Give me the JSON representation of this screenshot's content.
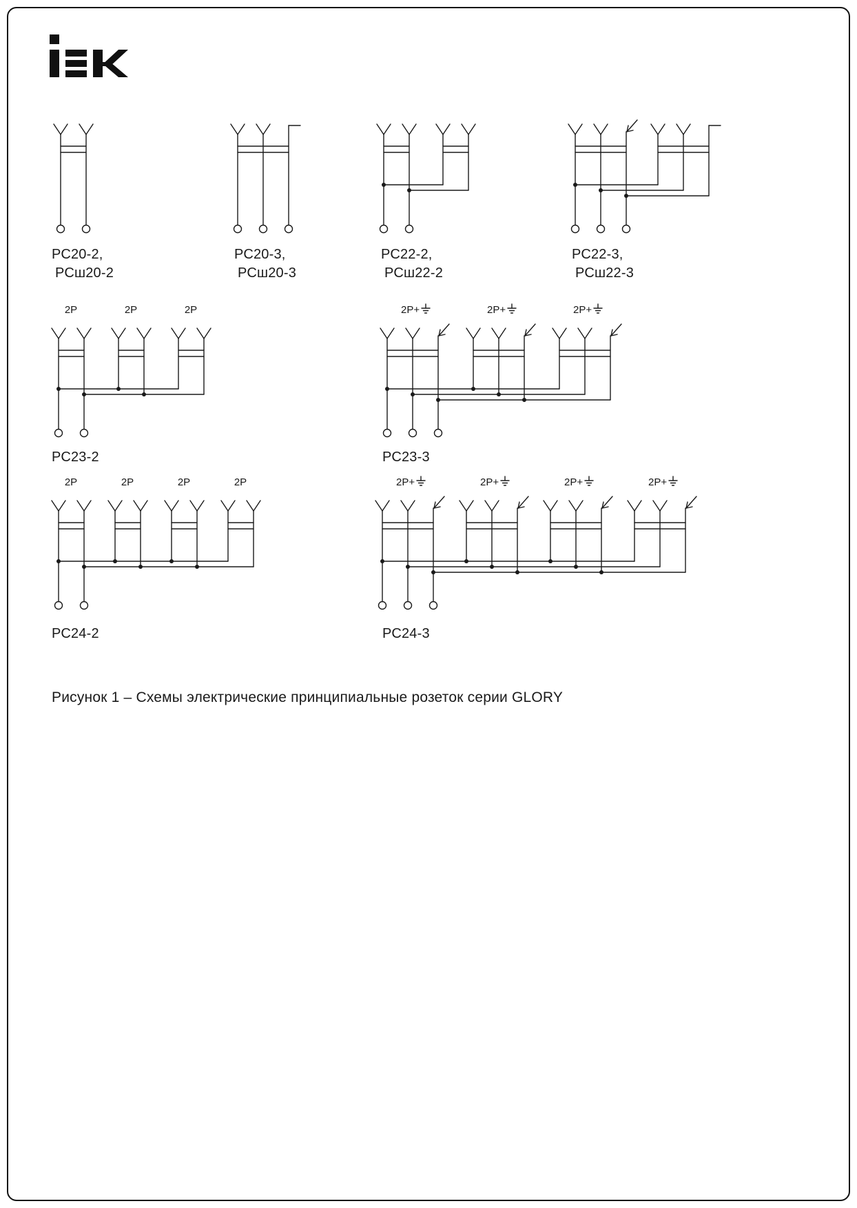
{
  "page": {
    "logo_text": "iEK",
    "figure_caption": "Рисунок 1 – Схемы электрические принципиальные розеток серии GLORY"
  },
  "colors": {
    "ink": "#1a1a1a",
    "background": "#ffffff"
  },
  "diagrams": [
    {
      "id": "pc20-2",
      "caption_lines": [
        "РС20-2,",
        "РСш20-2"
      ],
      "sockets": 1,
      "earthed": false,
      "group_label": "",
      "earth_tops": []
    },
    {
      "id": "pc20-3",
      "caption_lines": [
        "РС20-3,",
        "РСш20-3"
      ],
      "sockets": 1,
      "earthed": true,
      "group_label": "",
      "earth_tops": [
        "hook"
      ]
    },
    {
      "id": "pc22-2",
      "caption_lines": [
        "РС22-2,",
        "РСш22-2"
      ],
      "sockets": 2,
      "earthed": false,
      "group_label": "",
      "earth_tops": []
    },
    {
      "id": "pc22-3",
      "caption_lines": [
        "РС22-3,",
        "РСш22-3"
      ],
      "sockets": 2,
      "earthed": true,
      "group_label": "",
      "earth_tops": [
        "arrow",
        "hook"
      ]
    },
    {
      "id": "pc23-2",
      "caption_lines": [
        "РС23-2"
      ],
      "sockets": 3,
      "earthed": false,
      "group_label": "2Р",
      "earth_tops": []
    },
    {
      "id": "pc23-3",
      "caption_lines": [
        "РС23-3"
      ],
      "sockets": 3,
      "earthed": true,
      "group_label": "2Р+",
      "earth_tops": [
        "arrow",
        "arrow",
        "arrow"
      ]
    },
    {
      "id": "pc24-2",
      "caption_lines": [
        "РС24-2"
      ],
      "sockets": 4,
      "earthed": false,
      "group_label": "2Р",
      "earth_tops": []
    },
    {
      "id": "pc24-3",
      "caption_lines": [
        "РС24-3"
      ],
      "sockets": 4,
      "earthed": true,
      "group_label": "2Р+",
      "earth_tops": [
        "arrow",
        "arrow",
        "arrow",
        "arrow"
      ]
    }
  ]
}
